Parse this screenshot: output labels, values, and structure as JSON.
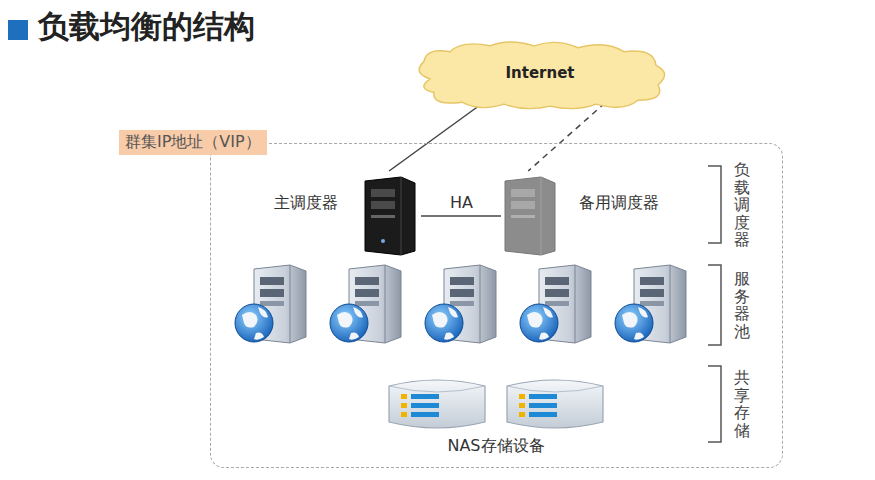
{
  "diagram": {
    "title": "负载均衡的结构",
    "nodes": [
      {
        "text": [
          "Internet"
        ]
      },
      {
        "text": [
          "群集IP地址（VIP）"
        ]
      },
      {
        "text": [
          "主调度器"
        ],
        "in": 1
      },
      {
        "text": [
          "备用调度器"
        ],
        "in": 1
      }
    ],
    "edges": [
      {
        "from": 0,
        "to": 2,
        "arrow": "none"
      },
      {
        "from": 0,
        "to": 3,
        "arrow": "none"
      },
      {
        "from": 2,
        "to": 3,
        "label": "HA",
        "arrow": "none"
      }
    ],
    "labels": [
      "NAS存储设备",
      "负载调度器",
      "服务器池",
      "共享存储"
    ]
  }
}
